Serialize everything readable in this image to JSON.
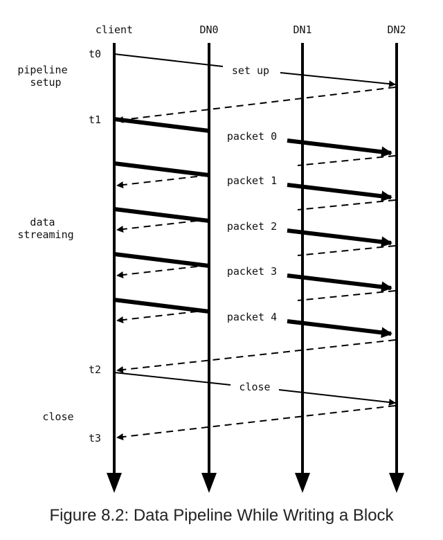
{
  "lifelines": [
    "client",
    "DN0",
    "DN1",
    "DN2"
  ],
  "times": [
    "t0",
    "t1",
    "t2",
    "t3"
  ],
  "phases": [
    {
      "label": "pipeline\nsetup"
    },
    {
      "label": "data\nstreaming"
    },
    {
      "label": "close"
    }
  ],
  "messages": {
    "setup": "set up",
    "packets": [
      "packet 0",
      "packet 1",
      "packet 2",
      "packet 3",
      "packet 4"
    ],
    "close": "close"
  },
  "caption": "Figure 8.2: Data Pipeline While Writing a Block"
}
